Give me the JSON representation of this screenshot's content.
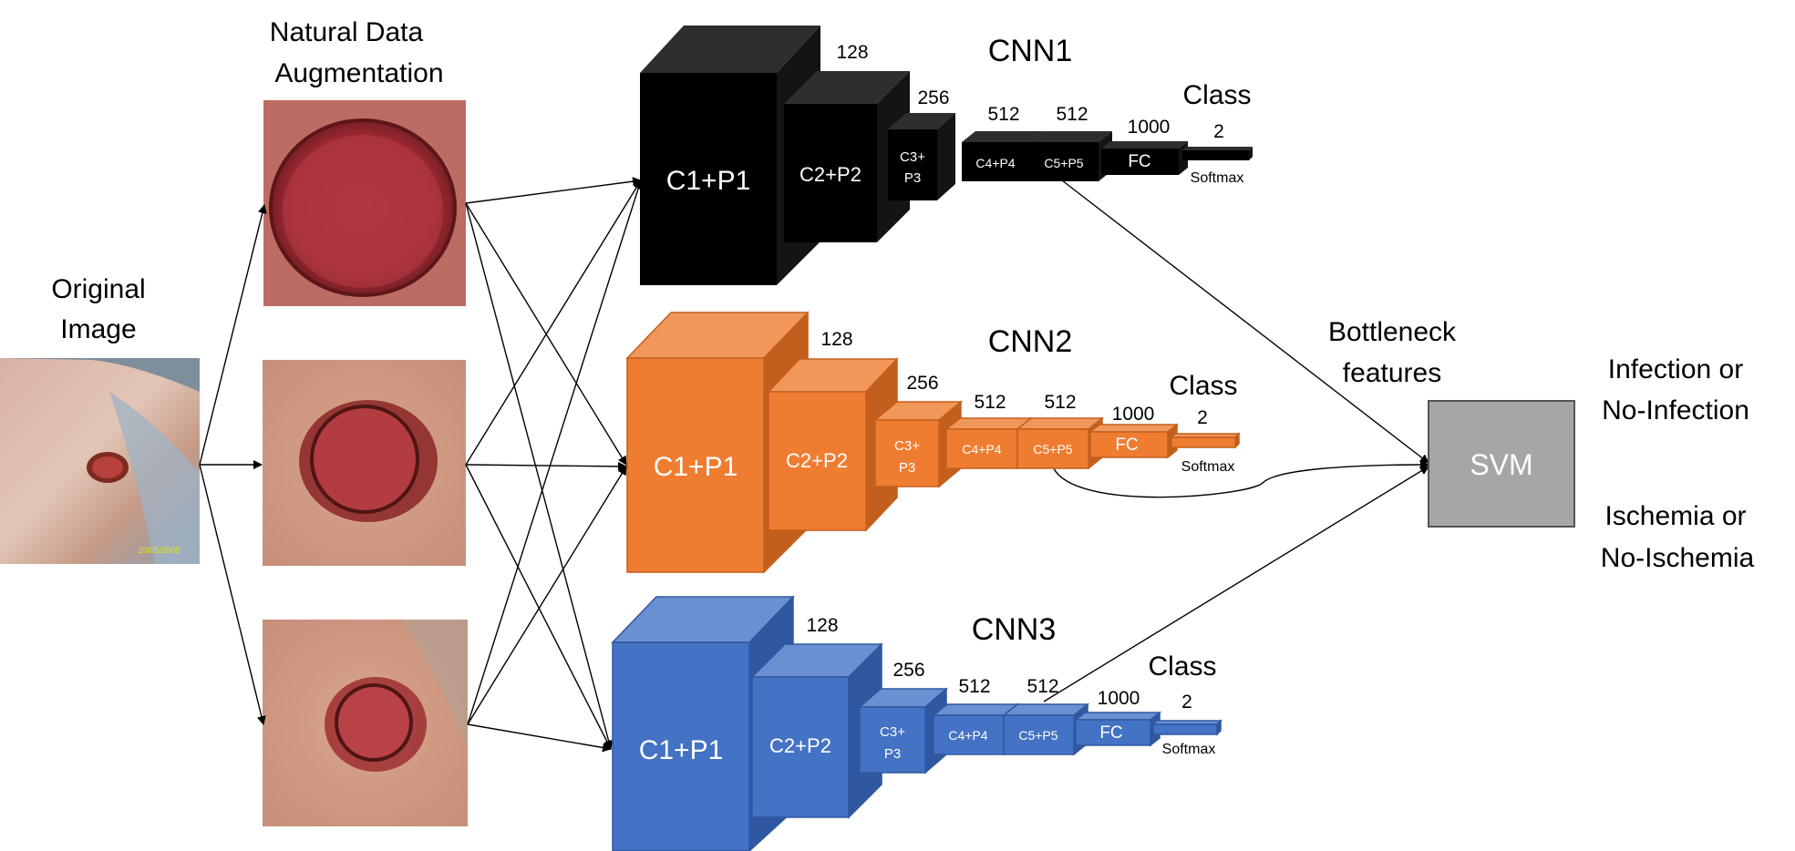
{
  "original": {
    "title_line1": "Original",
    "title_line2": "Image",
    "date_stamp": "20/05/2008"
  },
  "augmentation": {
    "title_line1": "Natural Data",
    "title_line2": "Augmentation"
  },
  "colors": {
    "cnn1": {
      "front": "#000000",
      "top": "#2e2e2e",
      "side": "#141414"
    },
    "cnn2": {
      "front": "#ef7d31",
      "top": "#f2975a",
      "side": "#c35f1c"
    },
    "cnn3": {
      "front": "#4472c4",
      "top": "#6b90d2",
      "side": "#2f58a0"
    },
    "svm": "#a6a6a6"
  },
  "networks": [
    {
      "id": "cnn1",
      "name": "CNN1",
      "blocks": {
        "b1": "C1+P1",
        "b2": "C2+P2",
        "b3_line1": "C3+",
        "b3_line2": "P3",
        "b4": "C4+P4",
        "b5": "C5+P5",
        "b6": "FC",
        "b7": "Softmax"
      },
      "dims": {
        "d1": "128",
        "d2": "256",
        "d3": "512",
        "d4": "512",
        "d5": "1000",
        "d6": "2"
      },
      "class_label": "Class"
    },
    {
      "id": "cnn2",
      "name": "CNN2",
      "blocks": {
        "b1": "C1+P1",
        "b2": "C2+P2",
        "b3_line1": "C3+",
        "b3_line2": "P3",
        "b4": "C4+P4",
        "b5": "C5+P5",
        "b6": "FC",
        "b7": "Softmax"
      },
      "dims": {
        "d1": "128",
        "d2": "256",
        "d3": "512",
        "d4": "512",
        "d5": "1000",
        "d6": "2"
      },
      "class_label": "Class"
    },
    {
      "id": "cnn3",
      "name": "CNN3",
      "blocks": {
        "b1": "C1+P1",
        "b2": "C2+P2",
        "b3_line1": "C3+",
        "b3_line2": "P3",
        "b4": "C4+P4",
        "b5": "C5+P5",
        "b6": "FC",
        "b7": "Softmax"
      },
      "dims": {
        "d1": "128",
        "d2": "256",
        "d3": "512",
        "d4": "512",
        "d5": "1000",
        "d6": "2"
      },
      "class_label": "Class"
    }
  ],
  "bottleneck": {
    "line1": "Bottleneck",
    "line2": "features"
  },
  "svm": {
    "label": "SVM"
  },
  "outputs": {
    "infection_line1": "Infection or",
    "infection_line2": "No-Infection",
    "ischemia_line1": "Ischemia or",
    "ischemia_line2": "No-Ischemia"
  }
}
